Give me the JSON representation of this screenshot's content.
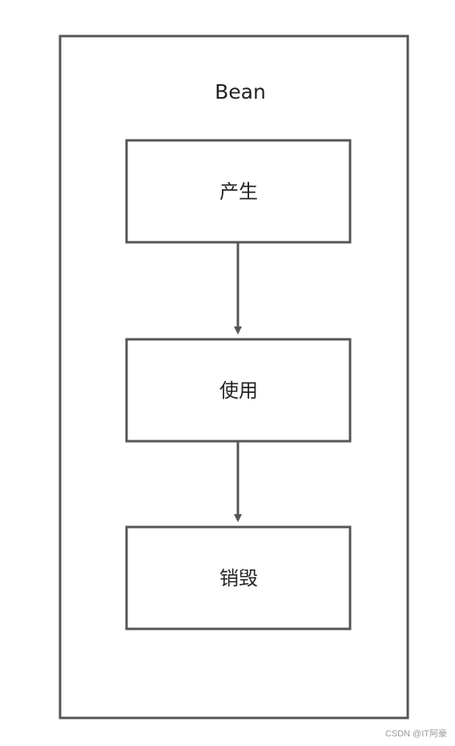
{
  "diagram": {
    "container_label": "Bean",
    "steps": [
      "产生",
      "使用",
      "销毁"
    ],
    "stroke_color": "#555555",
    "text_color": "#222222"
  },
  "watermark": "CSDN @IT阿豪"
}
